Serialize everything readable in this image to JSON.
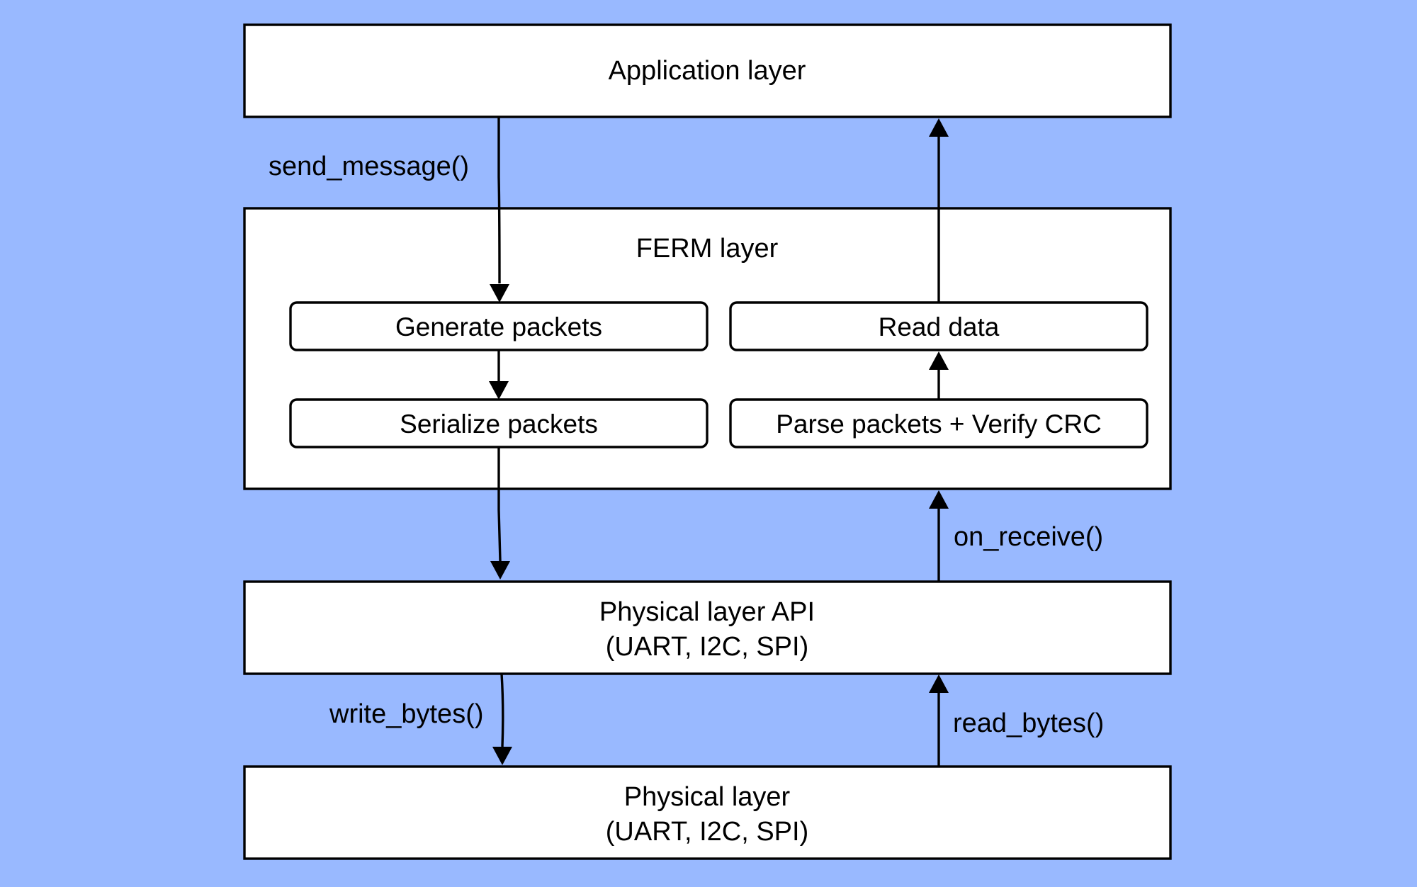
{
  "diagram": {
    "colors": {
      "background": "#99b9ff",
      "box_fill": "#ffffff",
      "stroke": "#000000",
      "text": "#000000"
    },
    "nodes": {
      "application_layer": {
        "label": "Application layer"
      },
      "ferm_layer": {
        "label": "FERM layer"
      },
      "generate_packets": {
        "label": "Generate packets"
      },
      "serialize_packets": {
        "label": "Serialize packets"
      },
      "read_data": {
        "label": "Read data"
      },
      "parse_packets": {
        "label": "Parse packets + Verify CRC"
      },
      "physical_api": {
        "line1": "Physical layer API",
        "line2": "(UART, I2C, SPI)"
      },
      "physical_layer": {
        "line1": "Physical layer",
        "line2": "(UART, I2C, SPI)"
      }
    },
    "edges": {
      "send_message": {
        "label": "send_message()",
        "from": "application_layer",
        "to": "generate_packets"
      },
      "generate_to_serialize": {
        "label": "",
        "from": "generate_packets",
        "to": "serialize_packets"
      },
      "serialize_to_api": {
        "label": "",
        "from": "serialize_packets",
        "to": "physical_api"
      },
      "write_bytes": {
        "label": "write_bytes()",
        "from": "physical_api",
        "to": "physical_layer"
      },
      "read_bytes": {
        "label": "read_bytes()",
        "from": "physical_layer",
        "to": "physical_api"
      },
      "on_receive": {
        "label": "on_receive()",
        "from": "physical_api",
        "to": "ferm_layer"
      },
      "parse_to_read": {
        "label": "",
        "from": "parse_packets",
        "to": "read_data"
      },
      "read_to_app": {
        "label": "",
        "from": "read_data",
        "to": "application_layer"
      }
    }
  }
}
